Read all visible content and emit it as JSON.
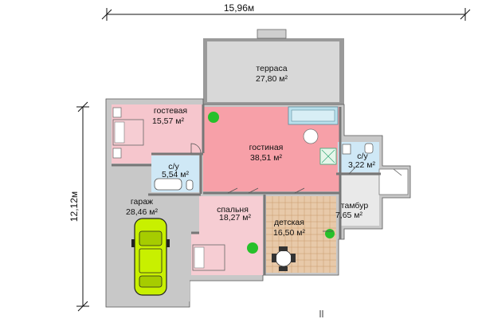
{
  "dimensions": {
    "width": "15,96м",
    "height": "12,12м"
  },
  "rooms": [
    {
      "id": "terrace",
      "name": "терраса",
      "area": "27,80 м²"
    },
    {
      "id": "guest",
      "name": "гостевая",
      "area": "15,57 м²"
    },
    {
      "id": "living",
      "name": "гостиная",
      "area": "38,51 м²"
    },
    {
      "id": "bath1",
      "name": "с/у",
      "area": "5,54 м²"
    },
    {
      "id": "bath2",
      "name": "с/у",
      "area": "3,22 м²"
    },
    {
      "id": "garage",
      "name": "гараж",
      "area": "28,46 м²"
    },
    {
      "id": "bedroom",
      "name": "спальня",
      "area": "18,27 м²"
    },
    {
      "id": "kids",
      "name": "детская",
      "area": "16,50 м²"
    },
    {
      "id": "vestibule",
      "name": "тамбур",
      "area": "7,65 м²"
    }
  ],
  "colors": {
    "terrace": "#d8d8d8",
    "guest": "#f6c6cd",
    "living": "#f7a0a8",
    "bath": "#cfe8f6",
    "garage": "#c8c8c8",
    "bedroom": "#f6cdd3",
    "kids": "#e8c9a9",
    "vestibule": "#e9e9e9",
    "car": "#c8f000",
    "plant": "#27c02a",
    "furniture": "#b9e0ec"
  }
}
